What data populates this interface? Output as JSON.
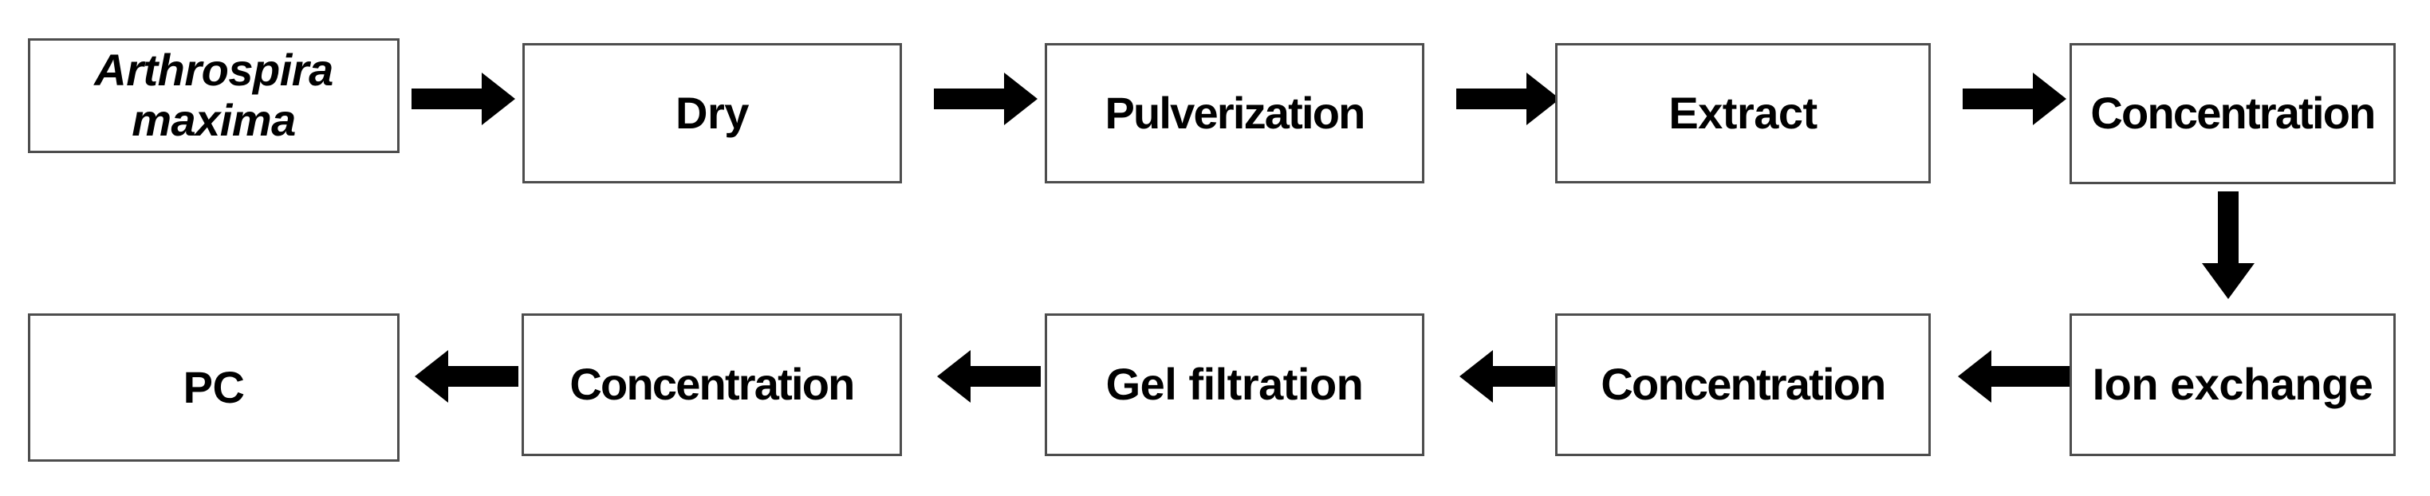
{
  "diagram": {
    "title": "Phycocyanin extraction and purification flowchart",
    "background_color": "#ffffff",
    "box_border_color": "#4d4d4d",
    "text_color": "#000000",
    "arrow_color": "#000000",
    "nodes": [
      {
        "id": "source",
        "label": "Arthrospira\nmaxima",
        "row": 1,
        "col": 1,
        "style": "bold-italic"
      },
      {
        "id": "dry",
        "label": "Dry",
        "row": 1,
        "col": 2,
        "style": "bold"
      },
      {
        "id": "pulv",
        "label": "Pulverization",
        "row": 1,
        "col": 3,
        "style": "bold"
      },
      {
        "id": "extract",
        "label": "Extract",
        "row": 1,
        "col": 4,
        "style": "bold"
      },
      {
        "id": "conc1",
        "label": "Concentration",
        "row": 1,
        "col": 5,
        "style": "bold"
      },
      {
        "id": "ionex",
        "label": "Ion exchange",
        "row": 2,
        "col": 5,
        "style": "bold"
      },
      {
        "id": "conc2",
        "label": "Concentration",
        "row": 2,
        "col": 4,
        "style": "bold"
      },
      {
        "id": "gelfilt",
        "label": "Gel filtration",
        "row": 2,
        "col": 3,
        "style": "bold"
      },
      {
        "id": "conc3",
        "label": "Concentration",
        "row": 2,
        "col": 2,
        "style": "bold"
      },
      {
        "id": "pc",
        "label": "PC",
        "row": 2,
        "col": 1,
        "style": "bold"
      }
    ],
    "edges": [
      {
        "id": "e1",
        "from": "source",
        "to": "dry",
        "direction": "right"
      },
      {
        "id": "e2",
        "from": "dry",
        "to": "pulv",
        "direction": "right"
      },
      {
        "id": "e3",
        "from": "pulv",
        "to": "extract",
        "direction": "right"
      },
      {
        "id": "e4",
        "from": "extract",
        "to": "conc1",
        "direction": "right"
      },
      {
        "id": "e5",
        "from": "conc1",
        "to": "ionex",
        "direction": "down"
      },
      {
        "id": "e6",
        "from": "ionex",
        "to": "conc2",
        "direction": "left"
      },
      {
        "id": "e7",
        "from": "conc2",
        "to": "gelfilt",
        "direction": "left"
      },
      {
        "id": "e8",
        "from": "gelfilt",
        "to": "conc3",
        "direction": "left"
      },
      {
        "id": "e9",
        "from": "conc3",
        "to": "pc",
        "direction": "left"
      }
    ]
  }
}
